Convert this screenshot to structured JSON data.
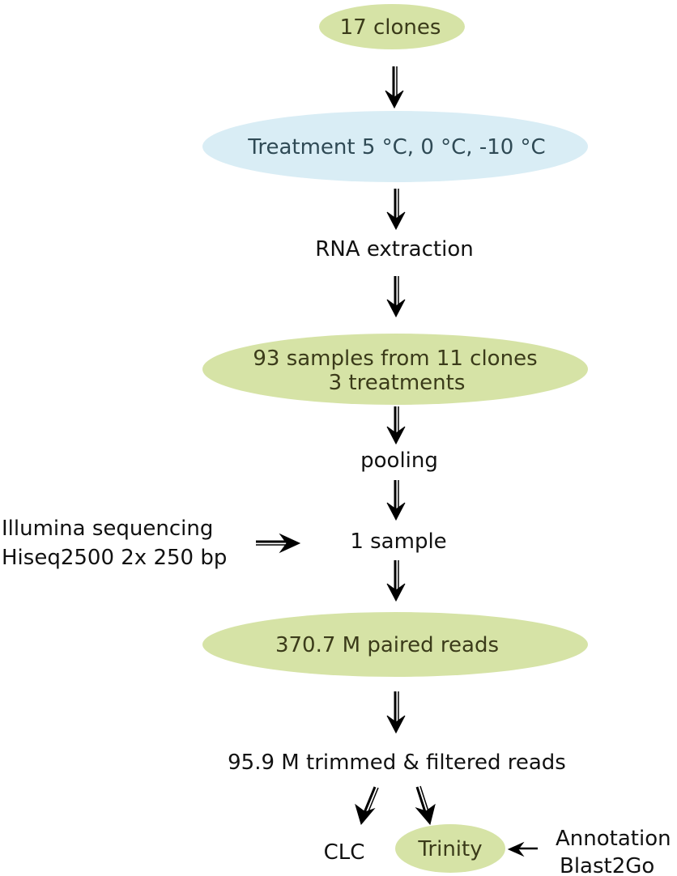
{
  "colors": {
    "green_node": "#d6e3a6",
    "blue_node": "#d9edf5",
    "arrow": "#000000"
  },
  "nodes": {
    "clones": {
      "lines": [
        "17 clones"
      ]
    },
    "treatment": {
      "lines": [
        "Treatment 5 °C, 0 °C, -10 °C"
      ]
    },
    "rna": {
      "lines": [
        "RNA extraction"
      ]
    },
    "samples": {
      "lines": [
        "93 samples from 11 clones",
        "3 treatments"
      ]
    },
    "pooling": {
      "lines": [
        "pooling"
      ]
    },
    "one_sample": {
      "lines": [
        "1 sample"
      ]
    },
    "illumina": {
      "lines": [
        "Illumina sequencing",
        "Hiseq2500 2x 250 bp"
      ]
    },
    "paired": {
      "lines": [
        "370.7 M paired reads"
      ]
    },
    "trimmed": {
      "lines": [
        "95.9 M trimmed & filtered reads"
      ]
    },
    "clc": {
      "lines": [
        "CLC"
      ]
    },
    "trinity": {
      "lines": [
        "Trinity"
      ]
    },
    "annotation": {
      "lines": [
        "Annotation",
        "Blast2Go"
      ]
    }
  }
}
